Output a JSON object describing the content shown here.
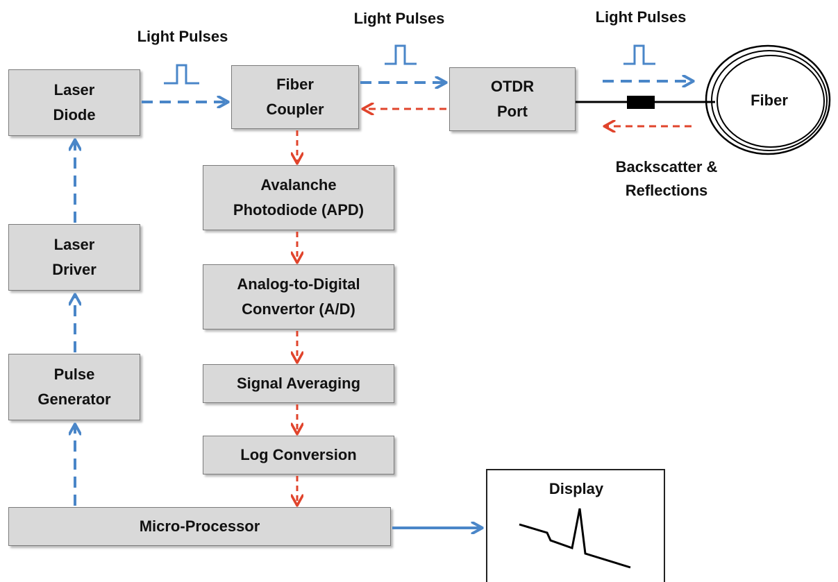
{
  "colors": {
    "tx_arrow": "#4a86c8",
    "rx_arrow": "#e0442c",
    "block_fill": "#d9d9d9",
    "block_border": "#7a7a7a"
  },
  "blocks": {
    "laser_diode": "Laser\nDiode",
    "fiber_coupler": "Fiber\nCoupler",
    "otdr_port": "OTDR\nPort",
    "apd": "Avalanche\nPhotodiode (APD)",
    "adc": "Analog-to-Digital\nConvertor (A/D)",
    "signal_averaging": "Signal Averaging",
    "log_conversion": "Log Conversion",
    "laser_driver": "Laser\nDriver",
    "pulse_generator": "Pulse\nGenerator",
    "micro_processor": "Micro-Processor"
  },
  "labels": {
    "light_pulses_1": "Light Pulses",
    "light_pulses_2": "Light Pulses",
    "light_pulses_3": "Light Pulses",
    "fiber": "Fiber",
    "backscatter": "Backscatter &\nReflections",
    "display": "Display"
  }
}
